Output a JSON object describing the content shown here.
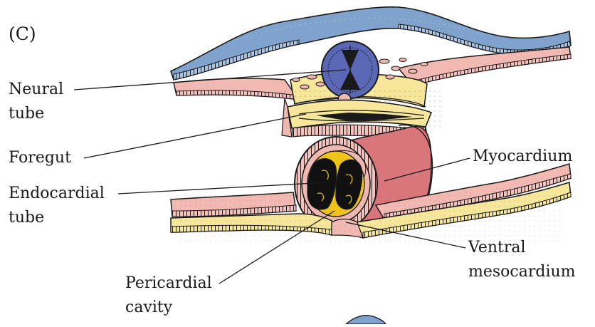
{
  "panel_label": "(C)",
  "labels": {
    "neural_tube_1": "Neural",
    "neural_tube_2": "tube",
    "foregut": "Foregut",
    "endocardial_1": "Endocardial",
    "endocardial_2": "tube",
    "myocardium": "Myocardium",
    "ventral_1": "Ventral",
    "ventral_2": "mesocardium",
    "pericardial_1": "Pericardial",
    "pericardial_2": "cavity"
  },
  "colors": {
    "ectoderm_blue": "#7fa3cc",
    "neural_tube_blue": "#5a67b5",
    "mesoderm_pink": "#f2b9b3",
    "endoderm_yellow": "#f7e79a",
    "foregut_yellow": "#f0c419",
    "myocardium_rose": "#d9767c",
    "outline": "#1a1a1a"
  }
}
